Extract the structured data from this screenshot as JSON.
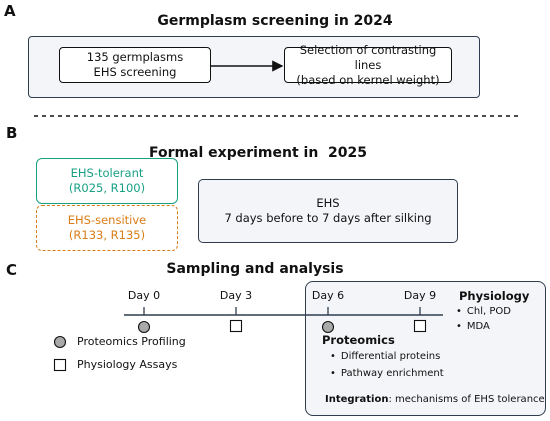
{
  "panel_a": {
    "label": "A",
    "title": "Germplasm screening in 2024",
    "box_left": [
      "135 germplasms",
      "EHS screening"
    ],
    "box_right": [
      "Selection of contrasting lines",
      "(based on kernel weight)"
    ]
  },
  "panel_b": {
    "label": "B",
    "title": "Formal experiment in  2025",
    "tolerant": [
      "EHS-tolerant",
      "(R025, R100)"
    ],
    "sensitive": [
      "EHS-sensitive",
      "(R133, R135)"
    ],
    "treatment": [
      "EHS",
      "7 days before to 7 days after silking"
    ]
  },
  "panel_c": {
    "label": "C",
    "title": "Sampling and analysis",
    "days": [
      "Day 0",
      "Day 3",
      "Day 6",
      "Day 9"
    ],
    "legend": [
      "Proteomics Profiling",
      "Physiology Assays"
    ],
    "physiology": {
      "title": "Physiology",
      "items": [
        "Chl, POD",
        "MDA"
      ]
    },
    "proteomics": {
      "title": "Proteomics",
      "items": [
        "Differential proteins",
        "Pathway enrichment"
      ]
    },
    "integration": {
      "bold": "Integration",
      "rest": ": mechanisms of EHS tolerance"
    }
  },
  "colors": {
    "tolerant": "#18a085",
    "sensitive": "#d97c14",
    "panel_fill": "#f3f5f8",
    "marker_fill": "#a9a9a9"
  }
}
